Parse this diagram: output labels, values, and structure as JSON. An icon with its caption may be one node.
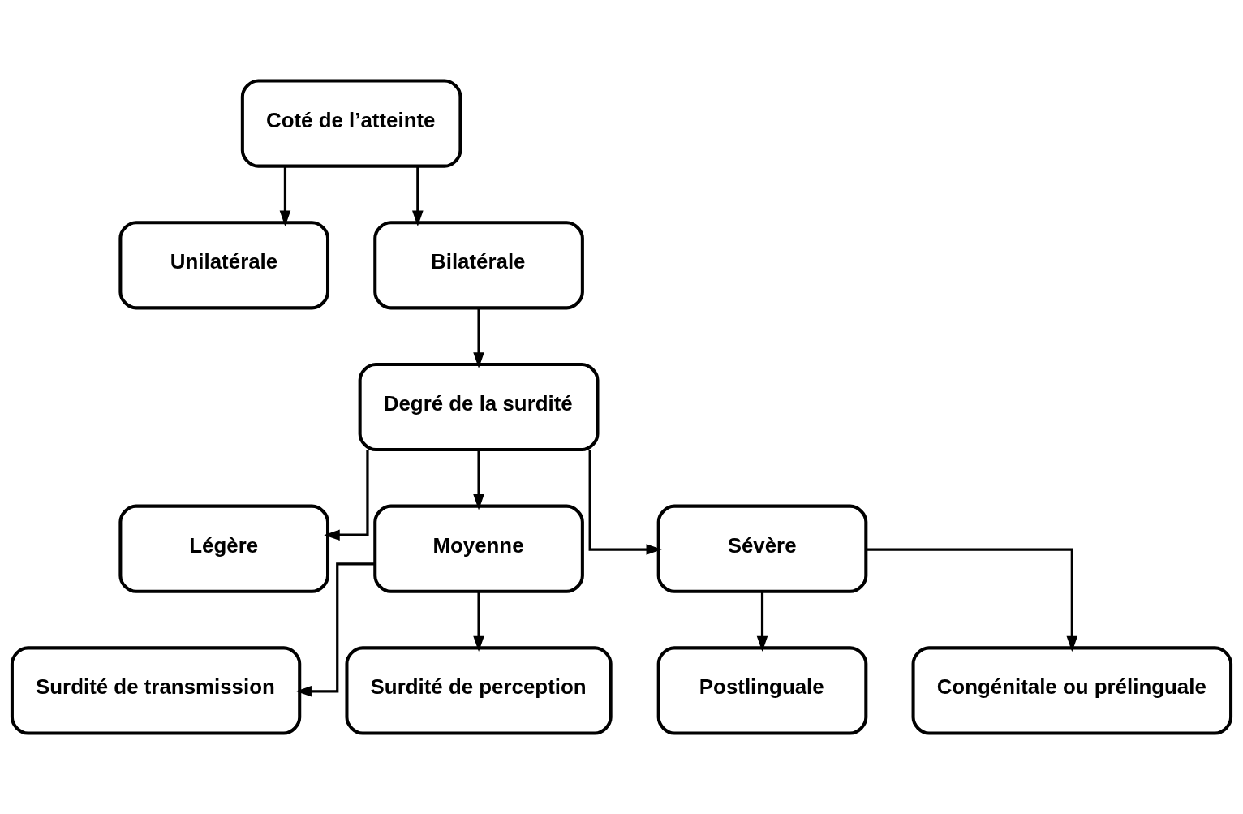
{
  "diagram": {
    "nodes": [
      {
        "text": [
          "Coté de l’atteinte"
        ]
      },
      {
        "text": [
          "Unilatérale"
        ]
      },
      {
        "text": [
          "Bilatérale"
        ]
      },
      {
        "text": [
          "Degré de la surdité"
        ]
      },
      {
        "text": [
          "Légère"
        ]
      },
      {
        "text": [
          "Moyenne"
        ]
      },
      {
        "text": [
          "Sévère"
        ]
      },
      {
        "text": [
          "Surdité de transmission"
        ]
      },
      {
        "text": [
          "Surdité de perception"
        ]
      },
      {
        "text": [
          "Postlinguale"
        ]
      },
      {
        "text": [
          "Congénitale ou prélinguale"
        ]
      }
    ],
    "edges": [
      {
        "from": 0,
        "to": 1,
        "arrow": "to"
      },
      {
        "from": 0,
        "to": 2,
        "arrow": "to"
      },
      {
        "from": 2,
        "to": 3,
        "arrow": "to"
      },
      {
        "from": 3,
        "to": 4,
        "arrow": "to"
      },
      {
        "from": 3,
        "to": 5,
        "arrow": "to"
      },
      {
        "from": 3,
        "to": 6,
        "arrow": "to"
      },
      {
        "from": 5,
        "to": 7,
        "arrow": "to"
      },
      {
        "from": 5,
        "to": 8,
        "arrow": "to"
      },
      {
        "from": 6,
        "to": 9,
        "arrow": "to"
      },
      {
        "from": 6,
        "to": 10,
        "arrow": "to"
      }
    ]
  }
}
